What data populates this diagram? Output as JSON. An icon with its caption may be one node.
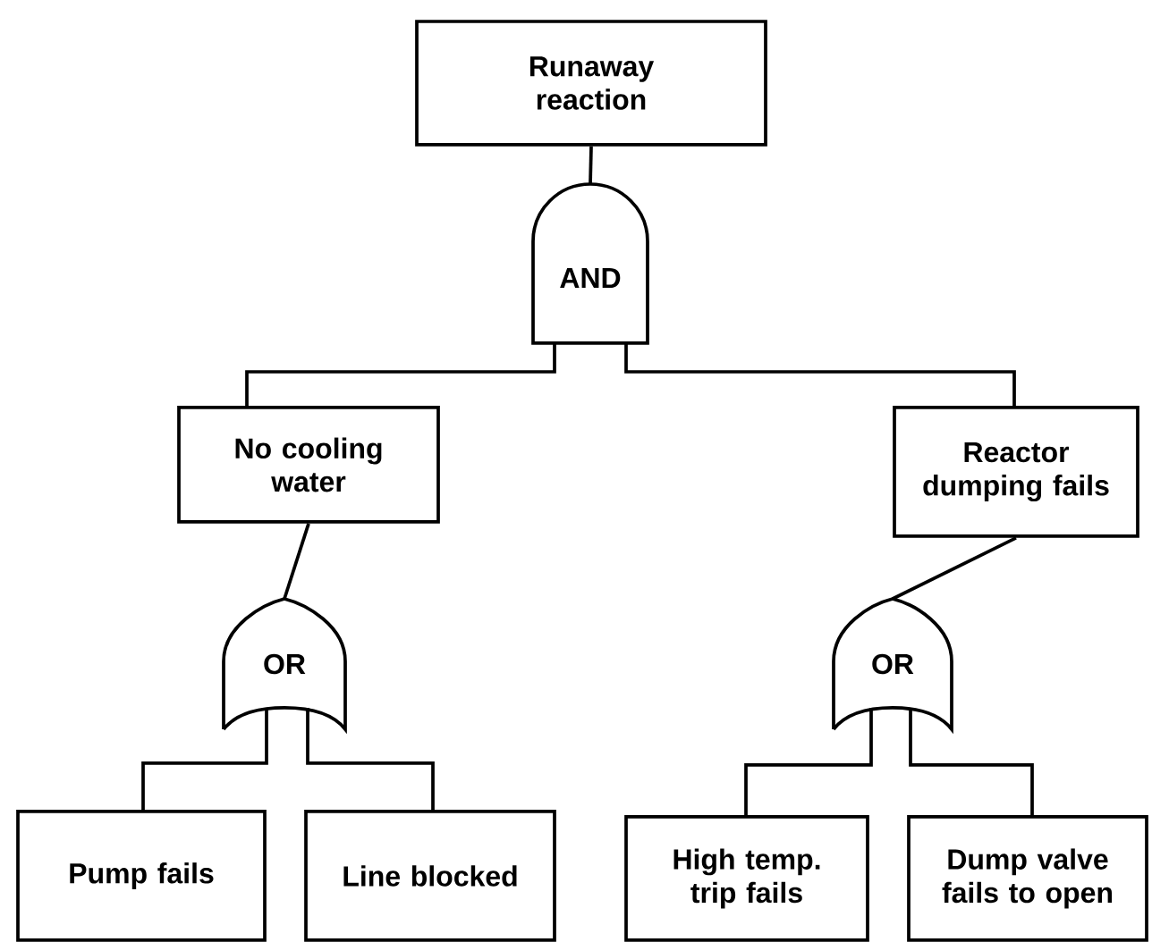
{
  "diagram": {
    "nodes": [
      {
        "text": [
          "Runaway reaction"
        ]
      },
      {
        "text": [
          "AND"
        ]
      },
      {
        "text": [
          "No cooling water"
        ]
      },
      {
        "text": [
          "Reactor dumping fails"
        ]
      },
      {
        "text": [
          "OR"
        ]
      },
      {
        "text": [
          "OR"
        ]
      },
      {
        "text": [
          "Pump fails"
        ]
      },
      {
        "text": [
          "Line blocked"
        ]
      },
      {
        "text": [
          "High temp. trip fails"
        ]
      },
      {
        "text": [
          "Dump valve fails to open"
        ]
      }
    ],
    "edges": [
      {
        "from": 0,
        "to": 1,
        "arrow": "none"
      },
      {
        "from": 1,
        "to": 2,
        "arrow": "none"
      },
      {
        "from": 1,
        "to": 3,
        "arrow": "none"
      },
      {
        "from": 2,
        "to": 4,
        "arrow": "none"
      },
      {
        "from": 3,
        "to": 5,
        "arrow": "none"
      },
      {
        "from": 4,
        "to": 6,
        "arrow": "none"
      },
      {
        "from": 4,
        "to": 7,
        "arrow": "none"
      },
      {
        "from": 5,
        "to": 8,
        "arrow": "none"
      },
      {
        "from": 5,
        "to": 9,
        "arrow": "none"
      }
    ]
  }
}
